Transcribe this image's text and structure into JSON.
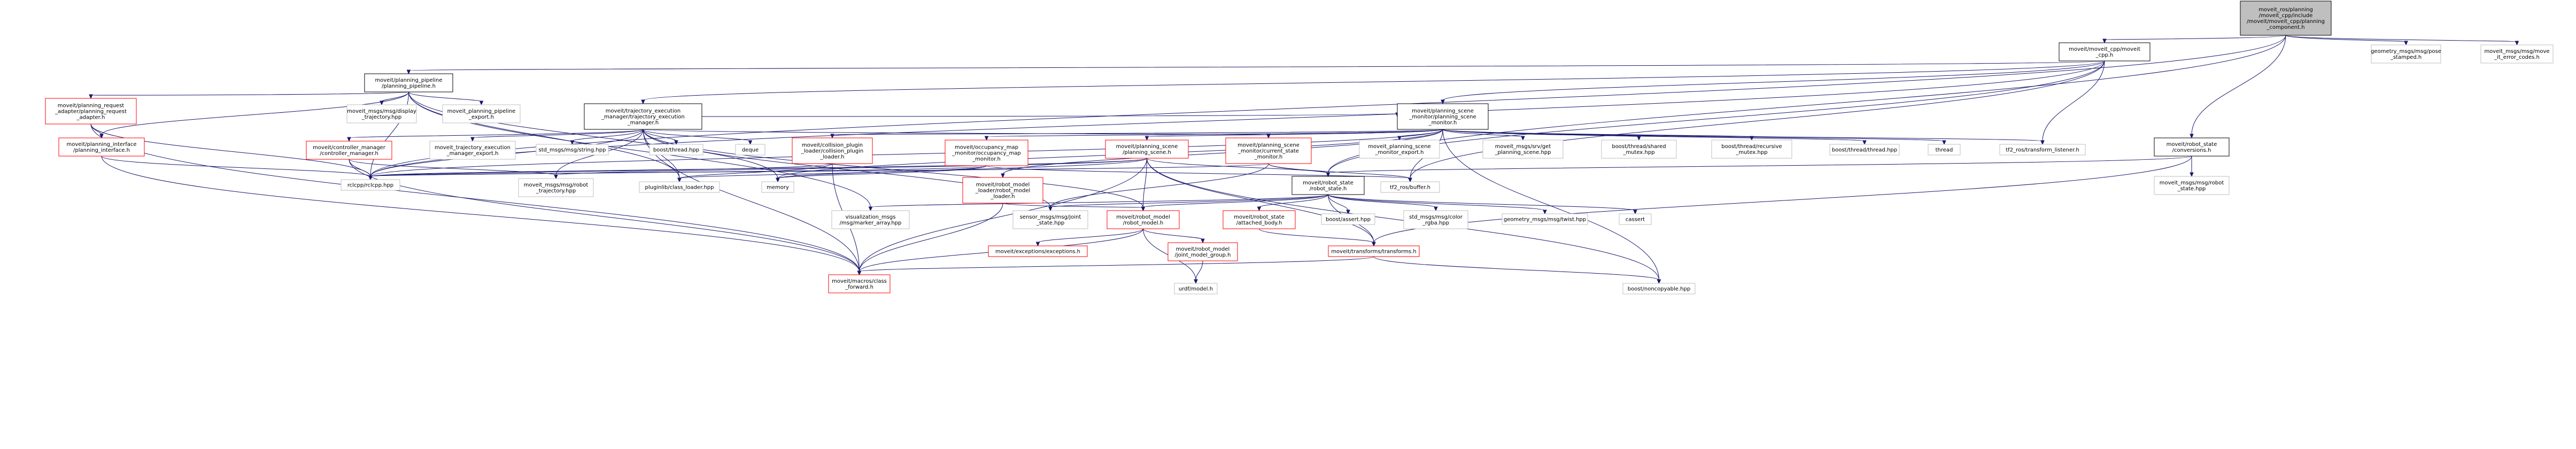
{
  "colors": {
    "edge": "#191970",
    "root_fill": "#bfbfbf",
    "default_stroke": "#000000",
    "link_stroke": "#ff0000",
    "external_stroke": "#bfbfbf"
  },
  "nodes": [
    {
      "id": "root",
      "kind": "root",
      "lines": [
        "moveit_ros/planning",
        "/moveit_cpp/include",
        "/moveit/moveit_cpp/planning",
        "_component.h"
      ]
    },
    {
      "id": "moveit_cpp",
      "kind": "default",
      "lines": [
        "moveit/moveit_cpp/moveit",
        "_cpp.h"
      ]
    },
    {
      "id": "pose_stamped",
      "kind": "external",
      "lines": [
        "geometry_msgs/msg/pose",
        "_stamped.h"
      ]
    },
    {
      "id": "move_it_error_codes",
      "kind": "external",
      "lines": [
        "moveit_msgs/msg/move",
        "_it_error_codes.h"
      ]
    },
    {
      "id": "planning_pipeline",
      "kind": "default",
      "lines": [
        "moveit/planning_pipeline",
        "/planning_pipeline.h"
      ]
    },
    {
      "id": "planning_request_adapter",
      "kind": "link",
      "lines": [
        "moveit/planning_request",
        "_adapter/planning_request",
        "_adapter.h"
      ]
    },
    {
      "id": "display_trajectory",
      "kind": "external",
      "lines": [
        "moveit_msgs/msg/display",
        "_trajectory.hpp"
      ]
    },
    {
      "id": "planning_pipeline_export",
      "kind": "external",
      "lines": [
        "moveit_planning_pipeline",
        "_export.h"
      ]
    },
    {
      "id": "trajectory_execution_manager",
      "kind": "default",
      "lines": [
        "moveit/trajectory_execution",
        "_manager/trajectory_execution",
        "_manager.h"
      ]
    },
    {
      "id": "planning_scene_monitor",
      "kind": "default",
      "lines": [
        "moveit/planning_scene",
        "_monitor/planning_scene",
        "_monitor.h"
      ]
    },
    {
      "id": "planning_interface",
      "kind": "link",
      "lines": [
        "moveit/planning_interface",
        "/planning_interface.h"
      ]
    },
    {
      "id": "controller_manager",
      "kind": "link",
      "lines": [
        "moveit/controller_manager",
        "/controller_manager.h"
      ]
    },
    {
      "id": "trajectory_execution_manager_export",
      "kind": "external",
      "lines": [
        "moveit_trajectory_execution",
        "_manager_export.h"
      ]
    },
    {
      "id": "std_msgs_string",
      "kind": "external",
      "lines": [
        "std_msgs/msg/string.hpp"
      ]
    },
    {
      "id": "boost_thread_h",
      "kind": "external",
      "lines": [
        "boost/thread.hpp"
      ]
    },
    {
      "id": "deque",
      "kind": "external",
      "lines": [
        "deque"
      ]
    },
    {
      "id": "collision_plugin_loader",
      "kind": "link",
      "lines": [
        "moveit/collision_plugin",
        "_loader/collision_plugin",
        "_loader.h"
      ]
    },
    {
      "id": "occupancy_map_monitor",
      "kind": "link",
      "lines": [
        "moveit/occupancy_map",
        "_monitor/occupancy_map",
        "_monitor.h"
      ]
    },
    {
      "id": "planning_scene",
      "kind": "link",
      "lines": [
        "moveit/planning_scene",
        "/planning_scene.h"
      ]
    },
    {
      "id": "current_state_monitor",
      "kind": "link",
      "lines": [
        "moveit/planning_scene",
        "_monitor/current_state",
        "_monitor.h"
      ]
    },
    {
      "id": "planning_scene_monitor_export",
      "kind": "external",
      "lines": [
        "moveit_planning_scene",
        "_monitor_export.h"
      ]
    },
    {
      "id": "get_planning_scene",
      "kind": "external",
      "lines": [
        "moveit_msgs/srv/get",
        "_planning_scene.hpp"
      ]
    },
    {
      "id": "shared_mutex",
      "kind": "external",
      "lines": [
        "boost/thread/shared",
        "_mutex.hpp"
      ]
    },
    {
      "id": "recursive_mutex",
      "kind": "external",
      "lines": [
        "boost/thread/recursive",
        "_mutex.hpp"
      ]
    },
    {
      "id": "boost_thread_thread",
      "kind": "external",
      "lines": [
        "boost/thread/thread.hpp"
      ]
    },
    {
      "id": "thread",
      "kind": "external",
      "lines": [
        "thread"
      ]
    },
    {
      "id": "transform_listener",
      "kind": "external",
      "lines": [
        "tf2_ros/transform_listener.h"
      ]
    },
    {
      "id": "robot_state_conversions",
      "kind": "default",
      "lines": [
        "moveit/robot_state",
        "/conversions.h"
      ]
    },
    {
      "id": "robot_state_msg",
      "kind": "external",
      "lines": [
        "moveit_msgs/msg/robot",
        "_state.hpp"
      ]
    },
    {
      "id": "rclcpp",
      "kind": "external",
      "lines": [
        "rclcpp/rclcpp.hpp"
      ]
    },
    {
      "id": "robot_trajectory",
      "kind": "external",
      "lines": [
        "moveit_msgs/msg/robot",
        "_trajectory.hpp"
      ]
    },
    {
      "id": "class_loader",
      "kind": "external",
      "lines": [
        "pluginlib/class_loader.hpp"
      ]
    },
    {
      "id": "memory",
      "kind": "external",
      "lines": [
        "memory"
      ]
    },
    {
      "id": "tf2_buffer",
      "kind": "external",
      "lines": [
        "tf2_ros/buffer.h"
      ]
    },
    {
      "id": "robot_model_loader",
      "kind": "link",
      "lines": [
        "moveit/robot_model",
        "_loader/robot_model",
        "_loader.h"
      ]
    },
    {
      "id": "robot_state",
      "kind": "default",
      "lines": [
        "moveit/robot_state",
        "/robot_state.h"
      ]
    },
    {
      "id": "marker_array",
      "kind": "external",
      "lines": [
        "visualization_msgs",
        "/msg/marker_array.hpp"
      ]
    },
    {
      "id": "joint_state",
      "kind": "external",
      "lines": [
        "sensor_msgs/msg/joint",
        "_state.hpp"
      ]
    },
    {
      "id": "robot_model",
      "kind": "link",
      "lines": [
        "moveit/robot_model",
        "/robot_model.h"
      ]
    },
    {
      "id": "attached_body",
      "kind": "link",
      "lines": [
        "moveit/robot_state",
        "/attached_body.h"
      ]
    },
    {
      "id": "boost_assert",
      "kind": "external",
      "lines": [
        "boost/assert.hpp"
      ]
    },
    {
      "id": "color_rgba",
      "kind": "external",
      "lines": [
        "std_msgs/msg/color",
        "_rgba.hpp"
      ]
    },
    {
      "id": "twist",
      "kind": "external",
      "lines": [
        "geometry_msgs/msg/twist.hpp"
      ]
    },
    {
      "id": "cassert",
      "kind": "external",
      "lines": [
        "cassert"
      ]
    },
    {
      "id": "exceptions",
      "kind": "link",
      "lines": [
        "moveit/exceptions/exceptions.h"
      ]
    },
    {
      "id": "joint_model_group",
      "kind": "link",
      "lines": [
        "moveit/robot_model",
        "/joint_model_group.h"
      ]
    },
    {
      "id": "transforms",
      "kind": "link",
      "lines": [
        "moveit/transforms/transforms.h"
      ]
    },
    {
      "id": "class_forward",
      "kind": "link",
      "lines": [
        "moveit/macros/class",
        "_forward.h"
      ]
    },
    {
      "id": "urdf_model",
      "kind": "external",
      "lines": [
        "urdf/model.h"
      ]
    },
    {
      "id": "noncopyable",
      "kind": "external",
      "lines": [
        "boost/noncopyable.hpp"
      ]
    }
  ],
  "edges": [
    [
      "root",
      "moveit_cpp"
    ],
    [
      "root",
      "pose_stamped"
    ],
    [
      "root",
      "move_it_error_codes"
    ],
    [
      "root",
      "robot_state_conversions"
    ],
    [
      "root",
      "rclcpp"
    ],
    [
      "root",
      "robot_state"
    ],
    [
      "moveit_cpp",
      "planning_pipeline"
    ],
    [
      "moveit_cpp",
      "trajectory_execution_manager"
    ],
    [
      "moveit_cpp",
      "planning_scene_monitor"
    ],
    [
      "moveit_cpp",
      "rclcpp"
    ],
    [
      "moveit_cpp",
      "robot_state"
    ],
    [
      "moveit_cpp",
      "tf2_buffer"
    ],
    [
      "moveit_cpp",
      "transform_listener"
    ],
    [
      "planning_pipeline",
      "planning_request_adapter"
    ],
    [
      "planning_pipeline",
      "planning_interface"
    ],
    [
      "planning_pipeline",
      "display_trajectory"
    ],
    [
      "planning_pipeline",
      "planning_pipeline_export"
    ],
    [
      "planning_pipeline",
      "class_loader"
    ],
    [
      "planning_pipeline",
      "memory"
    ],
    [
      "planning_pipeline",
      "rclcpp"
    ],
    [
      "planning_pipeline",
      "marker_array"
    ],
    [
      "planning_request_adapter",
      "planning_interface"
    ],
    [
      "planning_request_adapter",
      "class_forward"
    ],
    [
      "planning_request_adapter",
      "rclcpp"
    ],
    [
      "planning_interface",
      "class_forward"
    ],
    [
      "planning_interface",
      "rclcpp"
    ],
    [
      "trajectory_execution_manager",
      "controller_manager"
    ],
    [
      "trajectory_execution_manager",
      "trajectory_execution_manager_export"
    ],
    [
      "trajectory_execution_manager",
      "std_msgs_string"
    ],
    [
      "trajectory_execution_manager",
      "boost_thread_h"
    ],
    [
      "trajectory_execution_manager",
      "deque"
    ],
    [
      "trajectory_execution_manager",
      "planning_scene_monitor"
    ],
    [
      "trajectory_execution_manager",
      "current_state_monitor"
    ],
    [
      "trajectory_execution_manager",
      "robot_model"
    ],
    [
      "trajectory_execution_manager",
      "robot_trajectory"
    ],
    [
      "trajectory_execution_manager",
      "class_loader"
    ],
    [
      "trajectory_execution_manager",
      "rclcpp"
    ],
    [
      "trajectory_execution_manager",
      "class_forward"
    ],
    [
      "trajectory_execution_manager",
      "joint_state"
    ],
    [
      "controller_manager",
      "robot_trajectory"
    ],
    [
      "controller_manager",
      "class_forward"
    ],
    [
      "controller_manager",
      "rclcpp"
    ],
    [
      "planning_scene_monitor",
      "collision_plugin_loader"
    ],
    [
      "planning_scene_monitor",
      "occupancy_map_monitor"
    ],
    [
      "planning_scene_monitor",
      "planning_scene"
    ],
    [
      "planning_scene_monitor",
      "current_state_monitor"
    ],
    [
      "planning_scene_monitor",
      "planning_scene_monitor_export"
    ],
    [
      "planning_scene_monitor",
      "get_planning_scene"
    ],
    [
      "planning_scene_monitor",
      "shared_mutex"
    ],
    [
      "planning_scene_monitor",
      "recursive_mutex"
    ],
    [
      "planning_scene_monitor",
      "boost_thread_thread"
    ],
    [
      "planning_scene_monitor",
      "thread"
    ],
    [
      "planning_scene_monitor",
      "transform_listener"
    ],
    [
      "planning_scene_monitor",
      "robot_model_loader"
    ],
    [
      "planning_scene_monitor",
      "tf2_buffer"
    ],
    [
      "planning_scene_monitor",
      "memory"
    ],
    [
      "planning_scene_monitor",
      "rclcpp"
    ],
    [
      "planning_scene_monitor",
      "noncopyable"
    ],
    [
      "collision_plugin_loader",
      "class_loader"
    ],
    [
      "collision_plugin_loader",
      "rclcpp"
    ],
    [
      "collision_plugin_loader",
      "class_forward"
    ],
    [
      "occupancy_map_monitor",
      "class_loader"
    ],
    [
      "occupancy_map_monitor",
      "memory"
    ],
    [
      "occupancy_map_monitor",
      "tf2_buffer"
    ],
    [
      "occupancy_map_monitor",
      "rclcpp"
    ],
    [
      "planning_scene",
      "robot_state"
    ],
    [
      "planning_scene",
      "robot_model"
    ],
    [
      "planning_scene",
      "transforms"
    ],
    [
      "planning_scene",
      "rclcpp"
    ],
    [
      "planning_scene",
      "memory"
    ],
    [
      "planning_scene",
      "robot_trajectory"
    ],
    [
      "planning_scene",
      "class_forward"
    ],
    [
      "planning_scene",
      "noncopyable"
    ],
    [
      "current_state_monitor",
      "robot_state"
    ],
    [
      "current_state_monitor",
      "joint_state"
    ],
    [
      "current_state_monitor",
      "tf2_buffer"
    ],
    [
      "current_state_monitor",
      "rclcpp"
    ],
    [
      "robot_model_loader",
      "robot_model"
    ],
    [
      "robot_model_loader",
      "class_forward"
    ],
    [
      "robot_state_conversions",
      "robot_state_msg"
    ],
    [
      "robot_state_conversions",
      "robot_state"
    ],
    [
      "robot_state_conversions",
      "transforms"
    ],
    [
      "robot_state",
      "robot_model"
    ],
    [
      "robot_state",
      "attached_body"
    ],
    [
      "robot_state",
      "transforms"
    ],
    [
      "robot_state",
      "marker_array"
    ],
    [
      "robot_state",
      "joint_state"
    ],
    [
      "robot_state",
      "boost_assert"
    ],
    [
      "robot_state",
      "color_rgba"
    ],
    [
      "robot_state",
      "twist"
    ],
    [
      "robot_state",
      "cassert"
    ],
    [
      "attached_body",
      "transforms"
    ],
    [
      "robot_model",
      "exceptions"
    ],
    [
      "robot_model",
      "joint_model_group"
    ],
    [
      "robot_model",
      "class_forward"
    ],
    [
      "robot_model",
      "urdf_model"
    ],
    [
      "joint_model_group",
      "urdf_model"
    ],
    [
      "transforms",
      "class_forward"
    ],
    [
      "transforms",
      "noncopyable"
    ]
  ]
}
